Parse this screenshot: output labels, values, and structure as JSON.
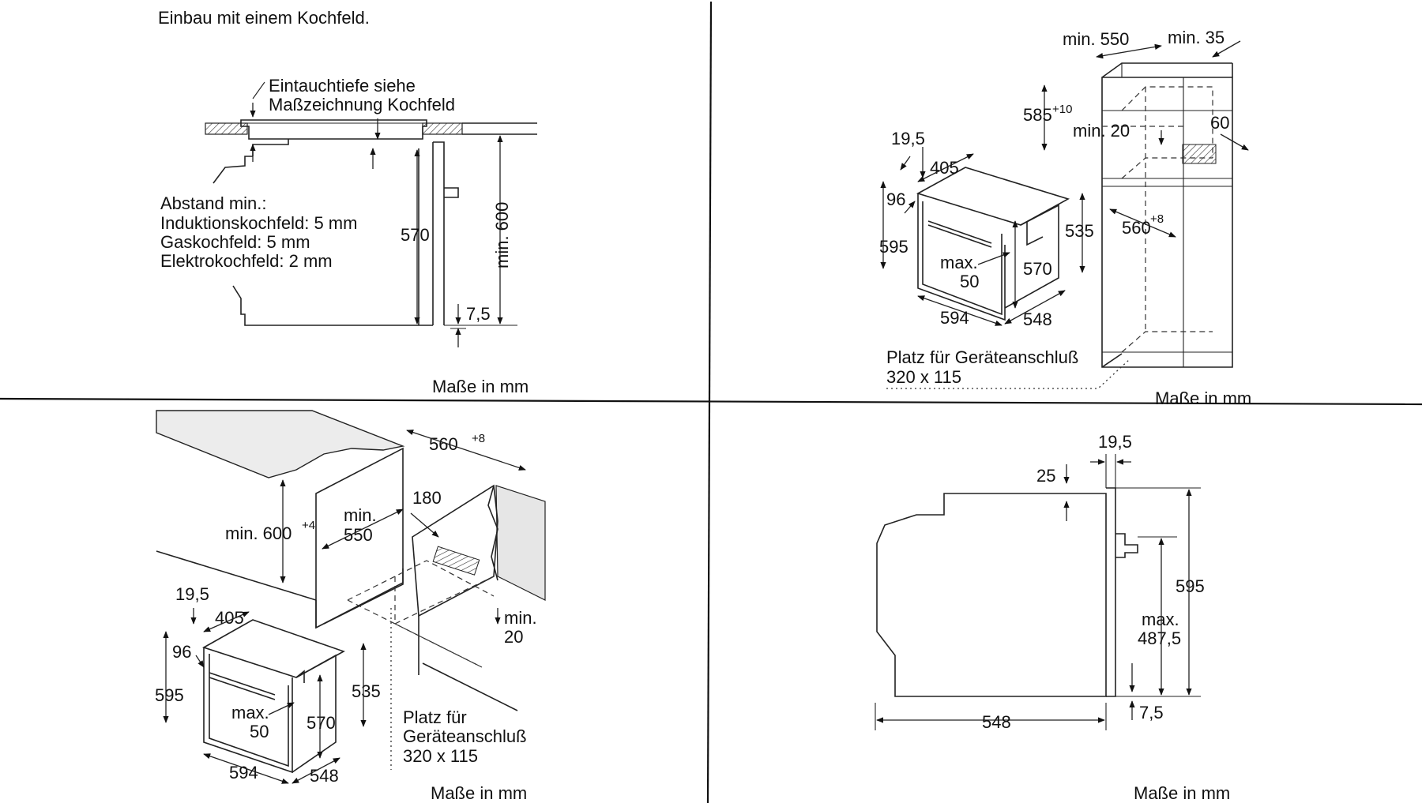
{
  "topLeft": {
    "title": "Einbau mit einem Kochfeld.",
    "noteLine1": "Eintauchtiefe siehe",
    "noteLine2": "Maßzeichnung Kochfeld",
    "distanceTitle": "Abstand min.:",
    "distanceInduction": "Induktionskochfeld: 5 mm",
    "distanceGas": "Gaskochfeld: 5 mm",
    "distanceElectric": "Elektrokochfeld: 2 mm",
    "dimHeight": "570",
    "dimMin600": "min. 600",
    "dimFoot": "7,5",
    "units": "Maße in mm"
  },
  "topRight": {
    "minDepth": "min. 550",
    "minGap": "min. 35",
    "nicheHeight": "585",
    "nicheHeightTol": "+10",
    "min20": "min. 20",
    "dim60": "60",
    "front": "19,5",
    "d405": "405",
    "d96": "96",
    "d595": "595",
    "d535": "535",
    "d560": "560",
    "d560Tol": "+8",
    "max": "max.",
    "d50": "50",
    "d570": "570",
    "d594": "594",
    "d548": "548",
    "connection": "Platz für Geräteanschluß",
    "connectionSize": "320 x 115",
    "units": "Maße in mm"
  },
  "bottomLeft": {
    "d560": "560",
    "d560Tol": "+8",
    "d180": "180",
    "minLabel": "min.",
    "d550": "550",
    "min600": "min. 600",
    "min600Tol": "+4",
    "front": "19,5",
    "d405": "405",
    "d96": "96",
    "d595": "595",
    "d535": "535",
    "max": "max.",
    "d50": "50",
    "d570": "570",
    "d594": "594",
    "d548": "548",
    "min20a": "min.",
    "min20b": "20",
    "connection1": "Platz für",
    "connection2": "Geräteanschluß",
    "connectionSize": "320 x 115",
    "units": "Maße in mm"
  },
  "bottomRight": {
    "front": "19,5",
    "d25": "25",
    "d595": "595",
    "max": "max.",
    "d4875": "487,5",
    "d548": "548",
    "d75": "7,5",
    "units": "Maße in mm"
  }
}
